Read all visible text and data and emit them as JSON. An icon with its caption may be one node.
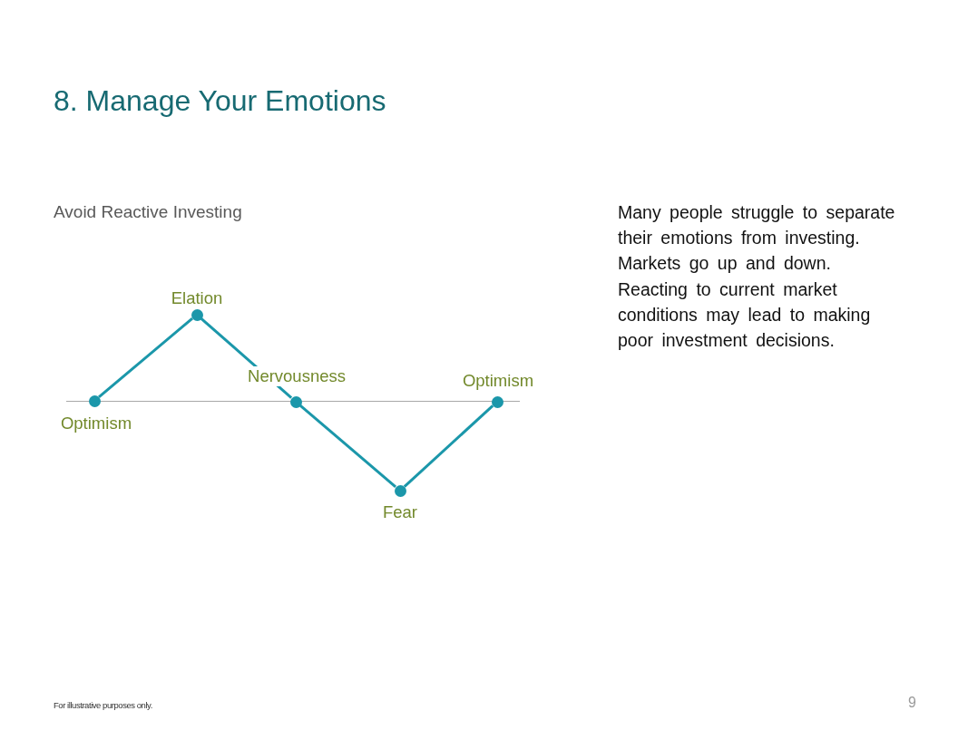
{
  "diagram": {
    "title": "8. Manage Your Emotions",
    "nodes": [
      {
        "text": [],
        "shape": "circle",
        "beside": [
          "Optimism"
        ]
      },
      {
        "text": [],
        "shape": "circle",
        "beside": [
          "Elation"
        ]
      },
      {
        "text": [],
        "shape": "circle",
        "beside": [
          "Nervousness"
        ]
      },
      {
        "text": [],
        "shape": "circle",
        "beside": [
          "Fear"
        ]
      },
      {
        "text": [],
        "shape": "circle",
        "beside": [
          "Optimism"
        ]
      }
    ],
    "edges": [
      {
        "from": 0,
        "to": 1,
        "arrow": "none"
      },
      {
        "from": 1,
        "to": 2,
        "arrow": "none"
      },
      {
        "from": 2,
        "to": 3,
        "arrow": "none"
      },
      {
        "from": 3,
        "to": 4,
        "arrow": "none"
      }
    ],
    "labels": [
      "Avoid Reactive Investing",
      "Many people struggle to separate their emotions from investing.",
      "Markets go up and down.",
      "Reacting to current market conditions may lead to making poor investment decisions.",
      "For illustrative purposes only.",
      "9"
    ]
  }
}
